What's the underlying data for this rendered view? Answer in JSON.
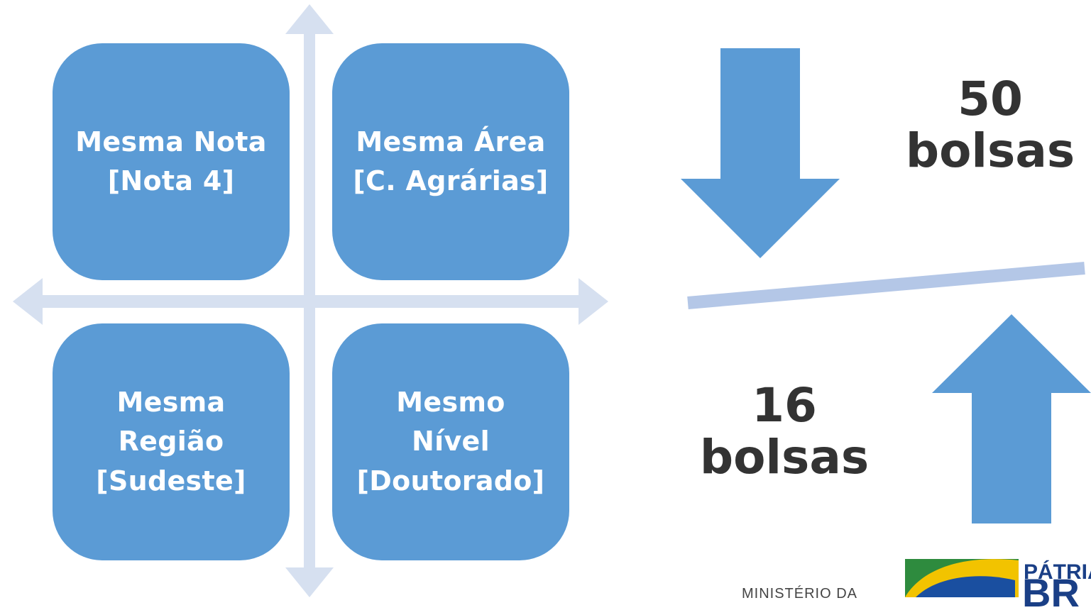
{
  "colors": {
    "box": "#5b9bd5",
    "axis": "#d6e0f0",
    "arrow": "#5b9bd5",
    "divider": "#b4c7e7",
    "text_dark": "#333333"
  },
  "quadrants": [
    {
      "lines": [
        "Mesma Nota",
        "[Nota 4]"
      ]
    },
    {
      "lines": [
        "Mesma Área",
        "[C. Agrárias]"
      ]
    },
    {
      "lines": [
        "Mesma",
        "Região",
        "[Sudeste]"
      ]
    },
    {
      "lines": [
        "Mesmo",
        "Nível",
        "[Doutorado]"
      ]
    }
  ],
  "counts": {
    "top": {
      "number": "50",
      "unit": "bolsas"
    },
    "bottom": {
      "number": "16",
      "unit": "bolsas"
    }
  },
  "footer": {
    "ministry": "MINISTÉRIO DA",
    "slogan_top": "PÁTRIA",
    "slogan_bottom": "BR"
  }
}
